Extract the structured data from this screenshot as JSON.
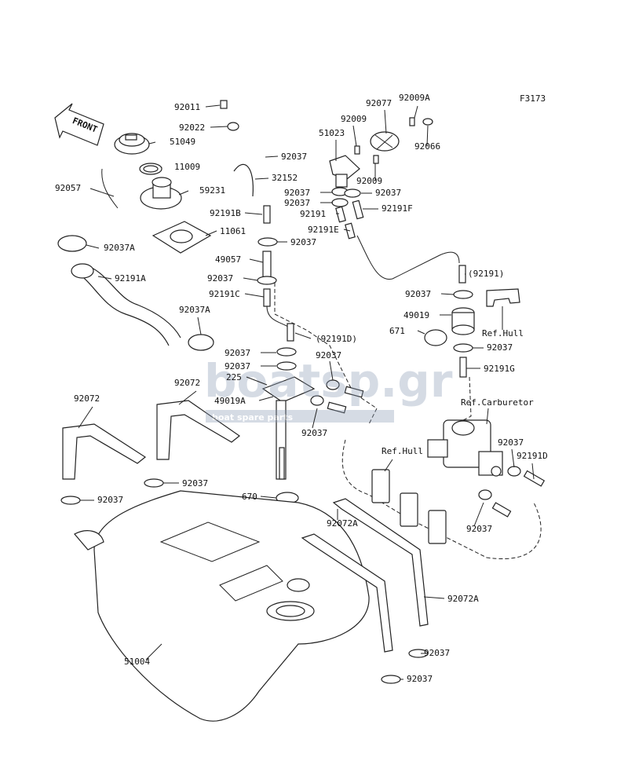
{
  "figure_code": "F3173",
  "front_arrow": "FRONT",
  "watermark": {
    "brand": "boatsp.gr",
    "tagline": "boat spare parts",
    "tld": ".gr"
  },
  "labels": [
    "92011",
    "92022",
    "51049",
    "11009",
    "92057",
    "59231",
    "11061",
    "92037A",
    "92191A",
    "92037A",
    "92037",
    "32152",
    "92191B",
    "92037",
    "49057",
    "92037",
    "92191C",
    "92037",
    "92037",
    "225",
    "49019A",
    "92072",
    "92072",
    "92037",
    "92037",
    "670",
    "51004",
    "92077",
    "92009A",
    "92009",
    "51023",
    "92066",
    "92009",
    "92037",
    "92037",
    "92037",
    "92191",
    "92191F",
    "92191E",
    "(92191)",
    "92037",
    "Ref.Hull",
    "49019",
    "671",
    "92037",
    "92191G",
    "(92191D)",
    "92037",
    "92037",
    "Ref.Carburetor",
    "92037",
    "92191D",
    "Ref.Hull",
    "92037",
    "92072A",
    "92072A",
    "92037",
    "92037"
  ]
}
